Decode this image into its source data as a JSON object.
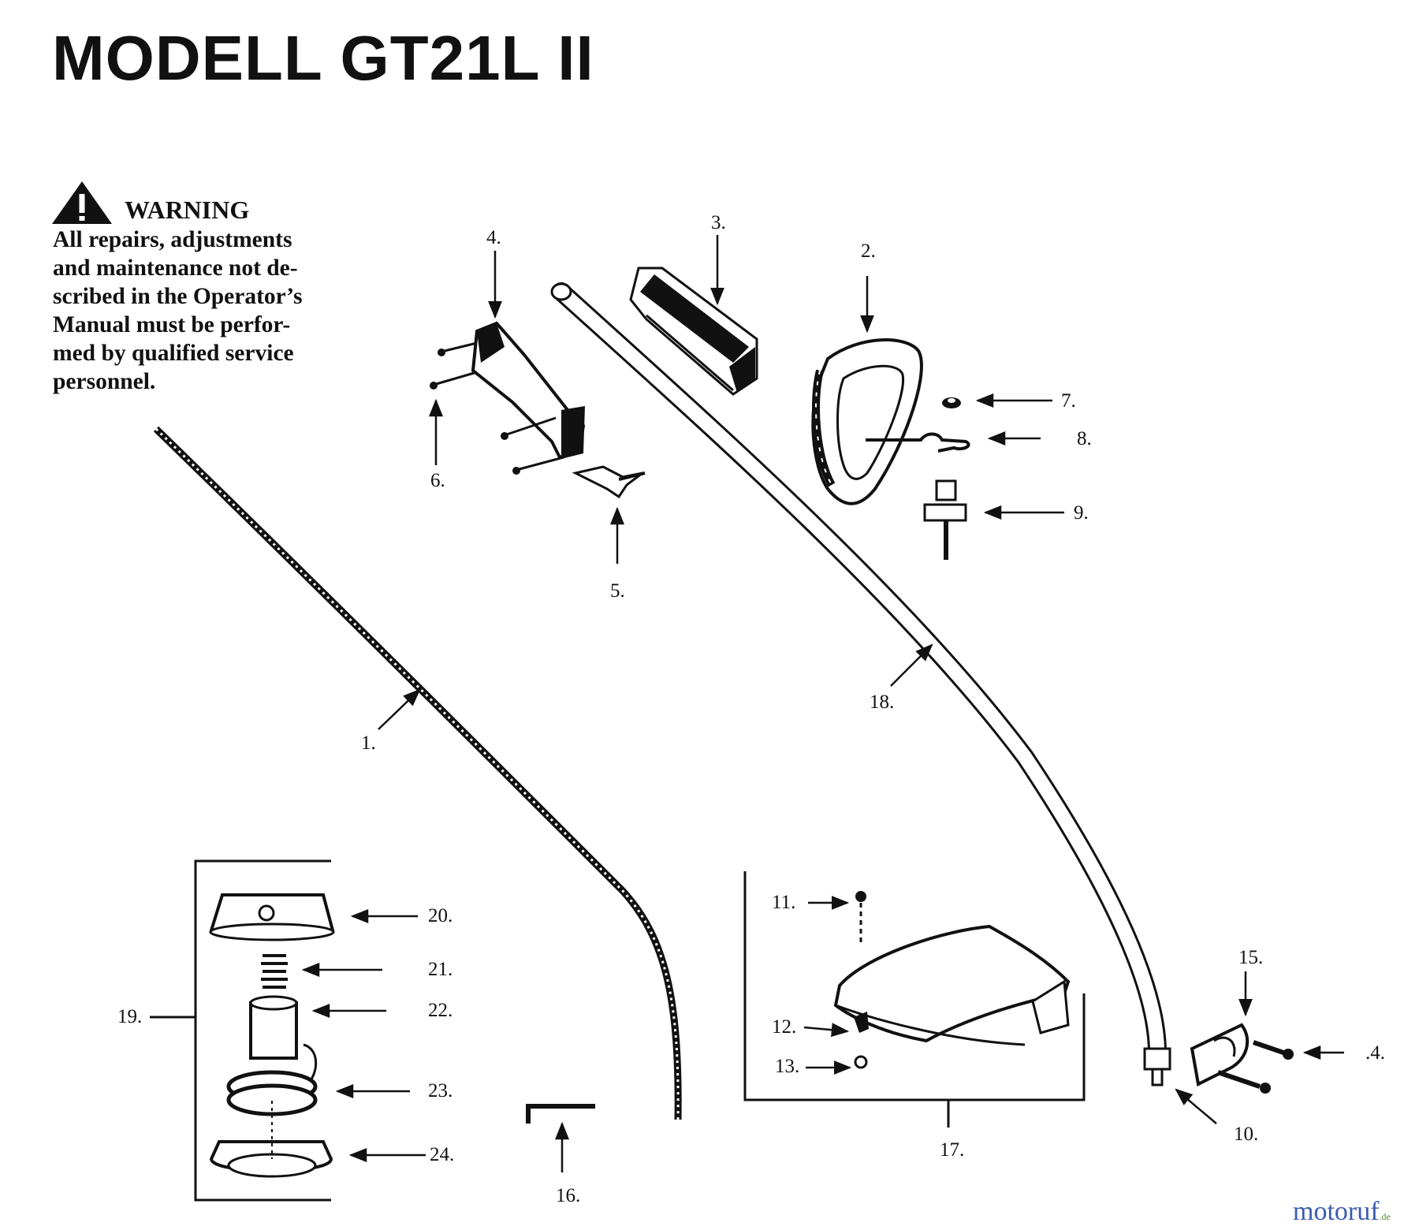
{
  "title": "MODELL GT21L II",
  "warning": {
    "heading": "WARNING",
    "lines": [
      "All repairs, adjustments",
      "and maintenance not de-",
      "scribed in the Operator’s",
      "Manual must be perfor-",
      "med by qualified service",
      "personnel."
    ]
  },
  "callouts": [
    "1.",
    "2.",
    "3.",
    "4.",
    "5.",
    "6.",
    "7.",
    "8.",
    "9.",
    "10.",
    "11.",
    "12.",
    "13.",
    ".4.",
    "15.",
    "16.",
    "17.",
    "18.",
    "19.",
    "20.",
    "21.",
    "22.",
    "23.",
    "24."
  ],
  "watermark": {
    "brand": "motoruf",
    "suffix": ".de"
  },
  "icons": {
    "warning": "warning-triangle-icon"
  }
}
